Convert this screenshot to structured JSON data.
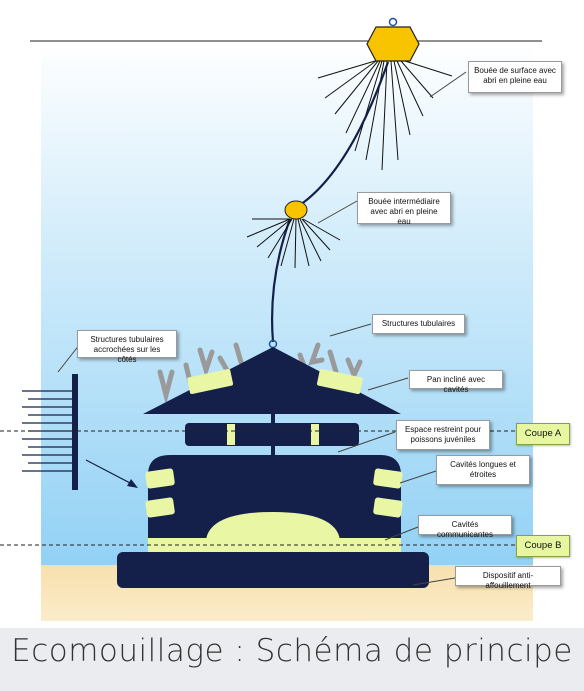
{
  "labels": {
    "surface_buoy": "Bouée de surface avec abri en pleine eau",
    "intermediate_buoy": "Bouée intermédiaire avec abri en pleine eau",
    "tubular_structures": "Structures tubulaires",
    "side_tubular_structures": "Structures tubulaires accrochées sur les côtés",
    "inclined_panel": "Pan incliné avec cavités",
    "restricted_space": "Espace restreint pour poissons juvéniles",
    "long_cavities": "Cavités longues et étroites",
    "communicating_cavities": "Cavités communicantes",
    "anti_scour": "Dispositif anti-affouillement",
    "section_a": "Coupe A",
    "section_b": "Coupe B"
  },
  "caption": "Ecomouillage : Schéma de principe",
  "colors": {
    "sea_top": "#ffffff",
    "sea_bottom": "#92d1f5",
    "sand": "#f7e2b6",
    "structure": "#14204a",
    "cavity": "#e9f7a4",
    "buoy": "#f8c400",
    "tubes": "#999999"
  }
}
